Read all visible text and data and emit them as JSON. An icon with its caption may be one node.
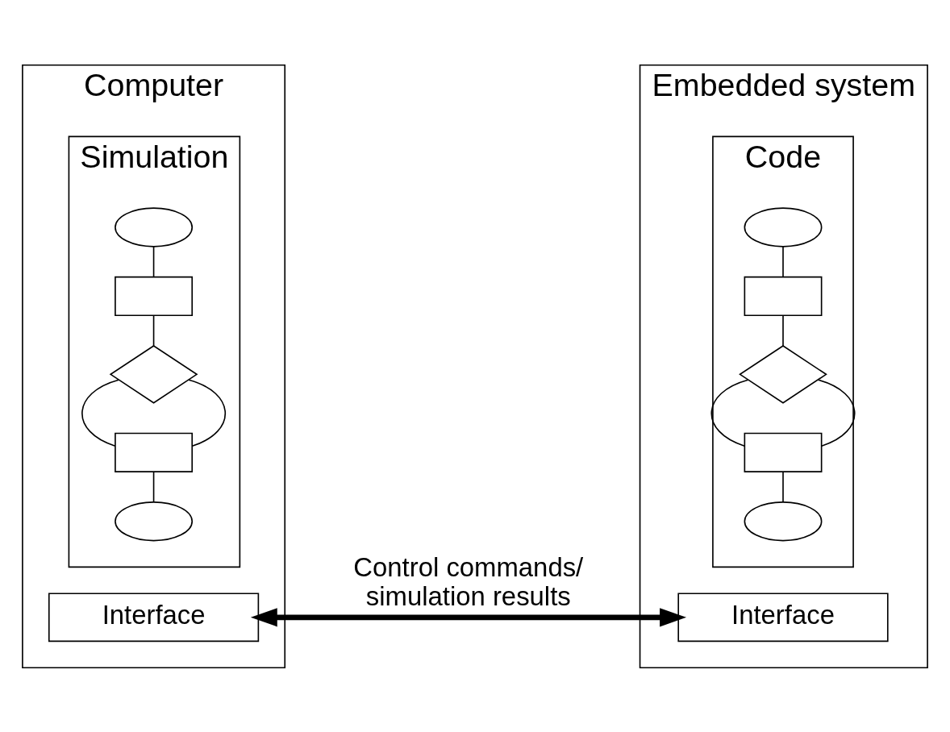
{
  "diagram": {
    "nodes": [
      {
        "text": [
          "Computer"
        ]
      },
      {
        "text": [
          "Simulation"
        ],
        "in": 0
      },
      {
        "text": [],
        "shape": "ellipse",
        "in": 1
      },
      {
        "text": [],
        "shape": "box",
        "in": 1
      },
      {
        "text": [],
        "shape": "diamond",
        "in": 1
      },
      {
        "text": [],
        "shape": "box",
        "in": 1
      },
      {
        "text": [],
        "shape": "ellipse",
        "in": 1
      },
      {
        "text": [
          "Interface"
        ],
        "in": 0
      },
      {
        "text": [
          "Embedded system"
        ]
      },
      {
        "text": [
          "Code"
        ],
        "in": 8
      },
      {
        "text": [],
        "shape": "ellipse",
        "in": 9
      },
      {
        "text": [],
        "shape": "box",
        "in": 9
      },
      {
        "text": [],
        "shape": "diamond",
        "in": 9
      },
      {
        "text": [],
        "shape": "box",
        "in": 9
      },
      {
        "text": [],
        "shape": "ellipse",
        "in": 9
      },
      {
        "text": [
          "Interface"
        ],
        "in": 8
      }
    ],
    "edges": [
      {
        "from": 2,
        "to": 3,
        "arrow": "none"
      },
      {
        "from": 3,
        "to": 4,
        "arrow": "none"
      },
      {
        "from": 4,
        "to": 5,
        "arrow": "none"
      },
      {
        "from": 5,
        "to": 6,
        "arrow": "none"
      },
      {
        "from": 5,
        "to": 4,
        "arrow": "none"
      },
      {
        "from": 10,
        "to": 11,
        "arrow": "none"
      },
      {
        "from": 11,
        "to": 12,
        "arrow": "none"
      },
      {
        "from": 12,
        "to": 13,
        "arrow": "none"
      },
      {
        "from": 13,
        "to": 14,
        "arrow": "none"
      },
      {
        "from": 13,
        "to": 12,
        "arrow": "none"
      },
      {
        "from": 7,
        "to": 15,
        "arrow": "both",
        "label": "Control commands/ simulation results",
        "style": "thick"
      }
    ]
  }
}
